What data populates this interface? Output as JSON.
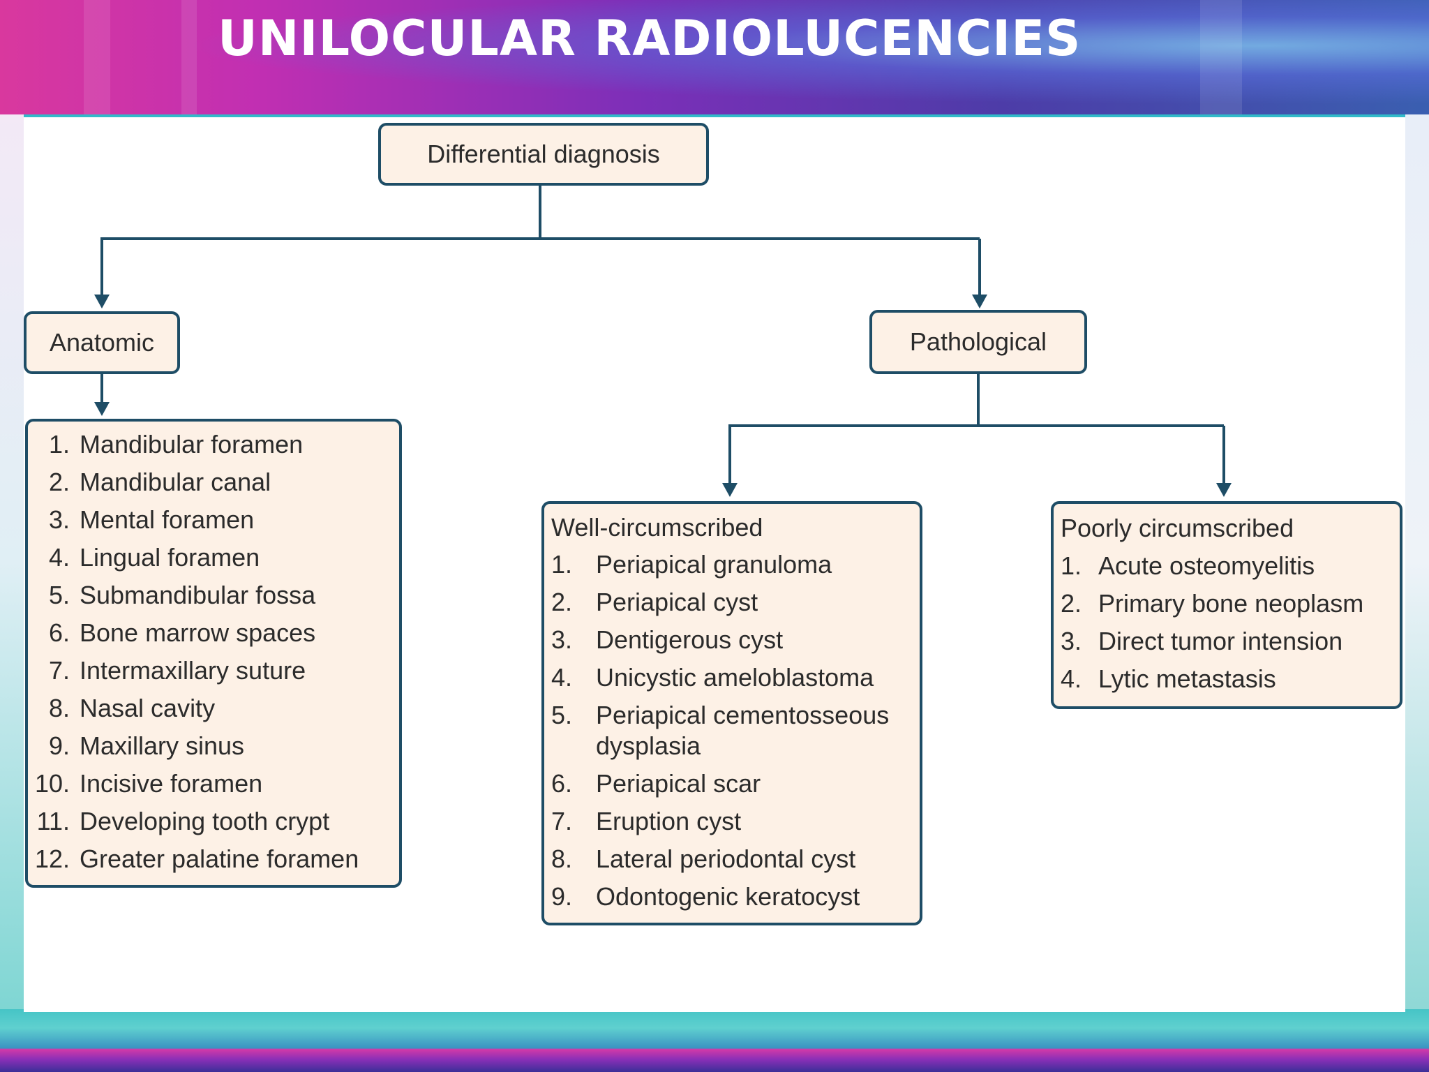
{
  "title": "UNILOCULAR RADIOLUCENCIES",
  "diagram": {
    "root": "Differential diagnosis",
    "anatomic": {
      "label": "Anatomic",
      "items": [
        "Mandibular foramen",
        "Mandibular canal",
        "Mental foramen",
        "Lingual foramen",
        "Submandibular fossa",
        "Bone marrow spaces",
        "Intermaxillary suture",
        "Nasal cavity",
        "Maxillary sinus",
        "Incisive foramen",
        "Developing tooth crypt",
        "Greater palatine foramen"
      ]
    },
    "pathological": {
      "label": "Pathological",
      "well": {
        "heading": "Well-circumscribed",
        "items": [
          "Periapical granuloma",
          "Periapical cyst",
          "Dentigerous cyst",
          "Unicystic ameloblastoma",
          "Periapical cementosseous dysplasia",
          "Periapical scar",
          "Eruption cyst",
          "Lateral periodontal cyst",
          "Odontogenic keratocyst"
        ]
      },
      "poorly": {
        "heading": "Poorly circumscribed",
        "items": [
          "Acute  osteomyelitis",
          "Primary bone neoplasm",
          "Direct tumor intension",
          "Lytic metastasis"
        ]
      }
    },
    "numbers": [
      "1.",
      "2.",
      "3.",
      "4.",
      "5.",
      "6.",
      "7.",
      "8.",
      "9.",
      "10.",
      "11.",
      "12."
    ]
  },
  "colors": {
    "box_fill": "#fdf1e6",
    "box_border": "#1e4d66",
    "connector": "#1e4d66",
    "title_text": "#ffffff"
  }
}
